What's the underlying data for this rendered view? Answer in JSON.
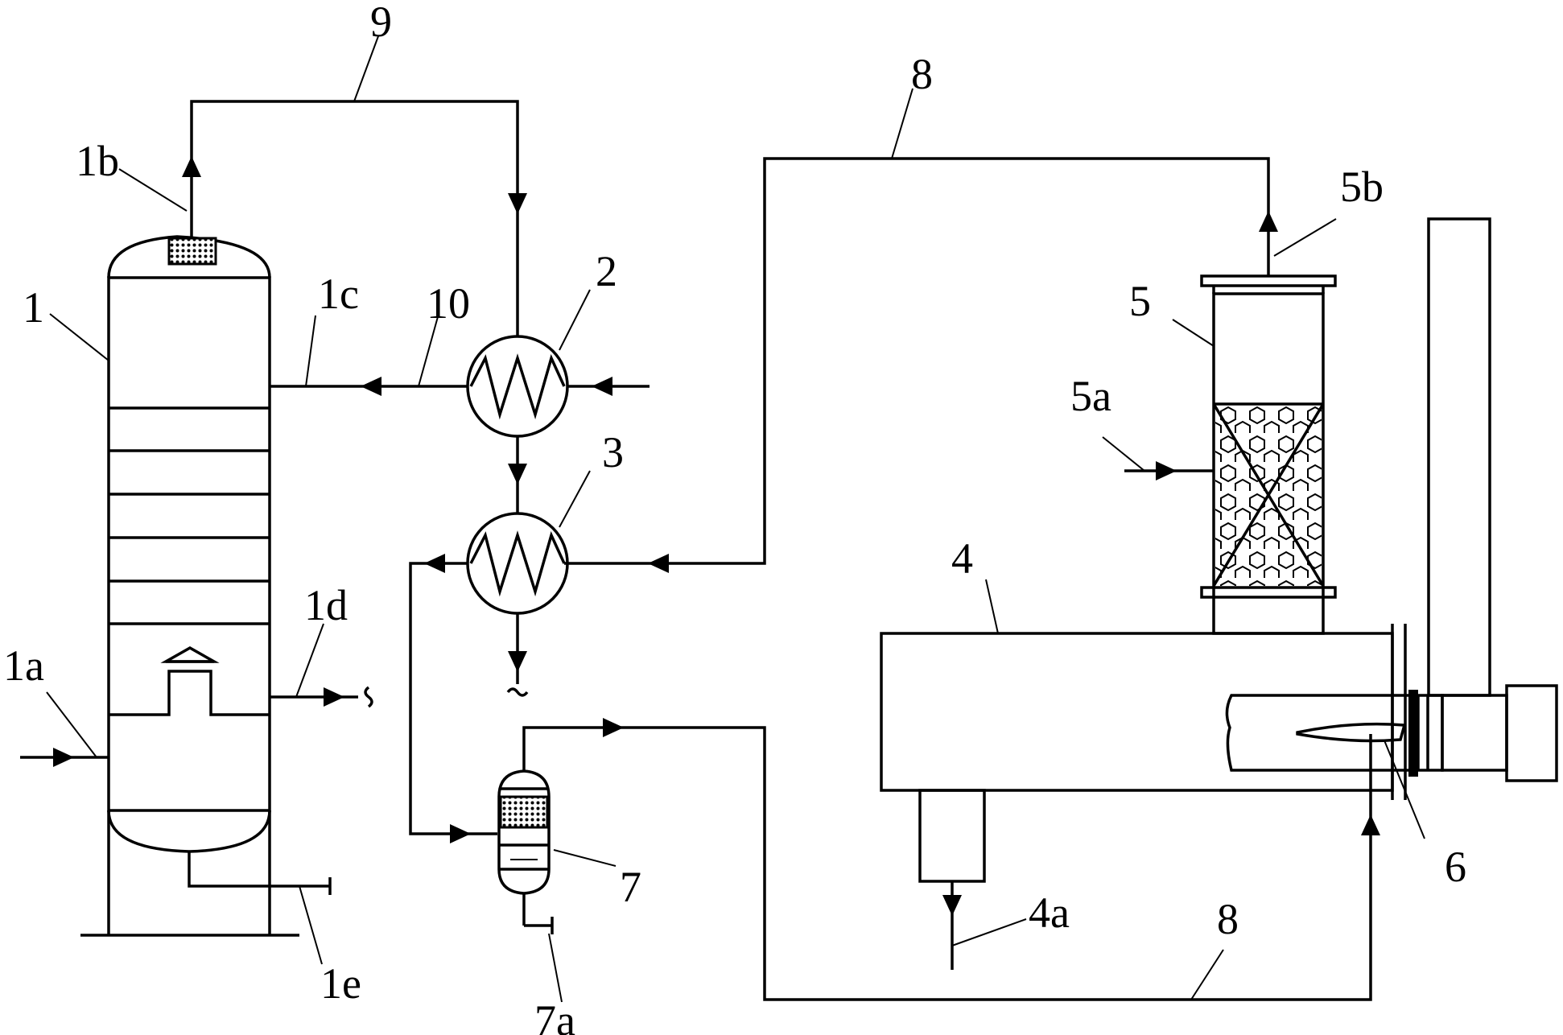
{
  "labels": {
    "n1": "1",
    "n1a": "1a",
    "n1b": "1b",
    "n1c": "1c",
    "n1d": "1d",
    "n1e": "1e",
    "n2": "2",
    "n3": "3",
    "n4": "4",
    "n4a": "4a",
    "n5": "5",
    "n5a": "5a",
    "n5b": "5b",
    "n6": "6",
    "n7": "7",
    "n7a": "7a",
    "n8_top": "8",
    "n8_bottom": "8",
    "n9": "9",
    "n10": "10"
  }
}
